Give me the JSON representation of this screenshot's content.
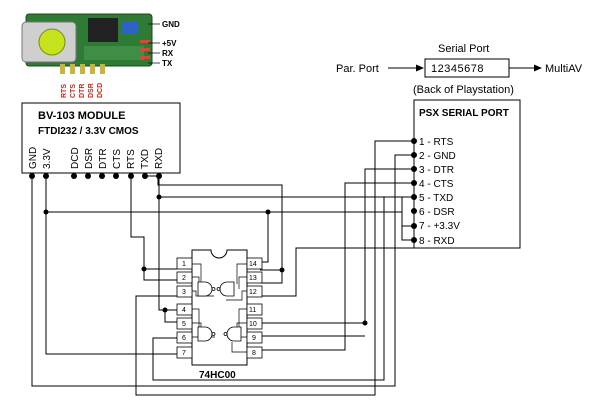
{
  "module_photo": {
    "pin_labels_right": [
      "GND",
      "+5V",
      "RX",
      "TX"
    ],
    "pin_labels_bottom": [
      "RTS",
      "CTS",
      "DTR",
      "DSR",
      "DCD"
    ]
  },
  "serial_header": {
    "title": "Serial Port",
    "left_label": "Par. Port",
    "connector_text": "12345678",
    "right_label": "MultiAV",
    "caption": "(Back of Playstation)"
  },
  "bv_module": {
    "title_line1": "BV-103 MODULE",
    "title_line2": "FTDI232 / 3.3V CMOS",
    "pins": [
      "GND",
      "3.3V",
      "DCD",
      "DSR",
      "DTR",
      "CTS",
      "RTS",
      "TXD",
      "RXD"
    ]
  },
  "psx_port": {
    "title": "PSX SERIAL PORT",
    "pins": [
      "1 - RTS",
      "2 - GND",
      "3 - DTR",
      "4 - CTS",
      "5 - TXD",
      "6 - DSR",
      "7 - +3.3V",
      "8 - RXD"
    ]
  },
  "ic": {
    "name": "74HC00",
    "left_pins": [
      "1",
      "2",
      "3",
      "4",
      "5",
      "6",
      "7"
    ],
    "right_pins": [
      "14",
      "13",
      "12",
      "11",
      "10",
      "9",
      "8"
    ]
  }
}
